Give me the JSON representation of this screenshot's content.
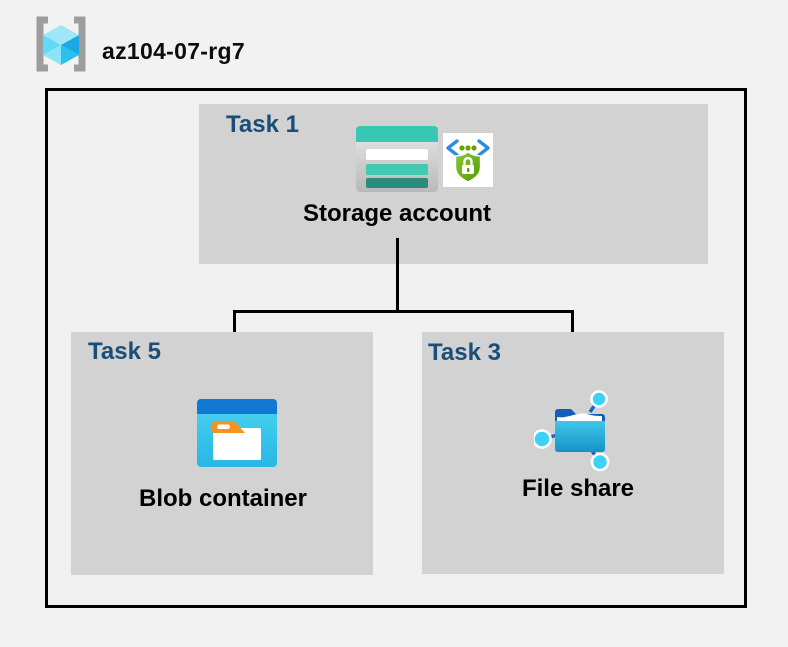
{
  "resource_group": {
    "title": "az104-07-rg7",
    "icon": "resource-group-icon"
  },
  "tasks": {
    "task1": {
      "label": "Task 1",
      "item": "Storage account",
      "icons": [
        "storage-account-icon",
        "shared-access-signature-icon"
      ]
    },
    "task5": {
      "label": "Task 5",
      "item": "Blob container",
      "icons": [
        "blob-container-icon"
      ]
    },
    "task3": {
      "label": "Task 3",
      "item": "File share",
      "icons": [
        "file-share-icon"
      ]
    }
  },
  "connections": [
    {
      "from": "Storage account",
      "to": "Blob container"
    },
    {
      "from": "Storage account",
      "to": "File share"
    }
  ],
  "colors": {
    "page_background": "#f2f2f2",
    "task_box_background": "#d2d2d2",
    "task_label_navy": "#1a4e78",
    "frame_border": "#000000",
    "storage_teal": "#38c7b2",
    "storage_teal_dark": "#2a8c7d",
    "blob_bar_blue": "#1377d4",
    "blob_body_cyan": "#3bcbee",
    "folder_tab_orange": "#f6921e",
    "file_share_blue": "#1060bb",
    "node_cyan": "#3ed1f6",
    "sas_bracket_blue": "#2f8ce0",
    "sas_shield_green": "#5da000",
    "rg_bracket_gray": "#9d9d9d",
    "rg_cube_cyan": "#4fd4f7"
  }
}
